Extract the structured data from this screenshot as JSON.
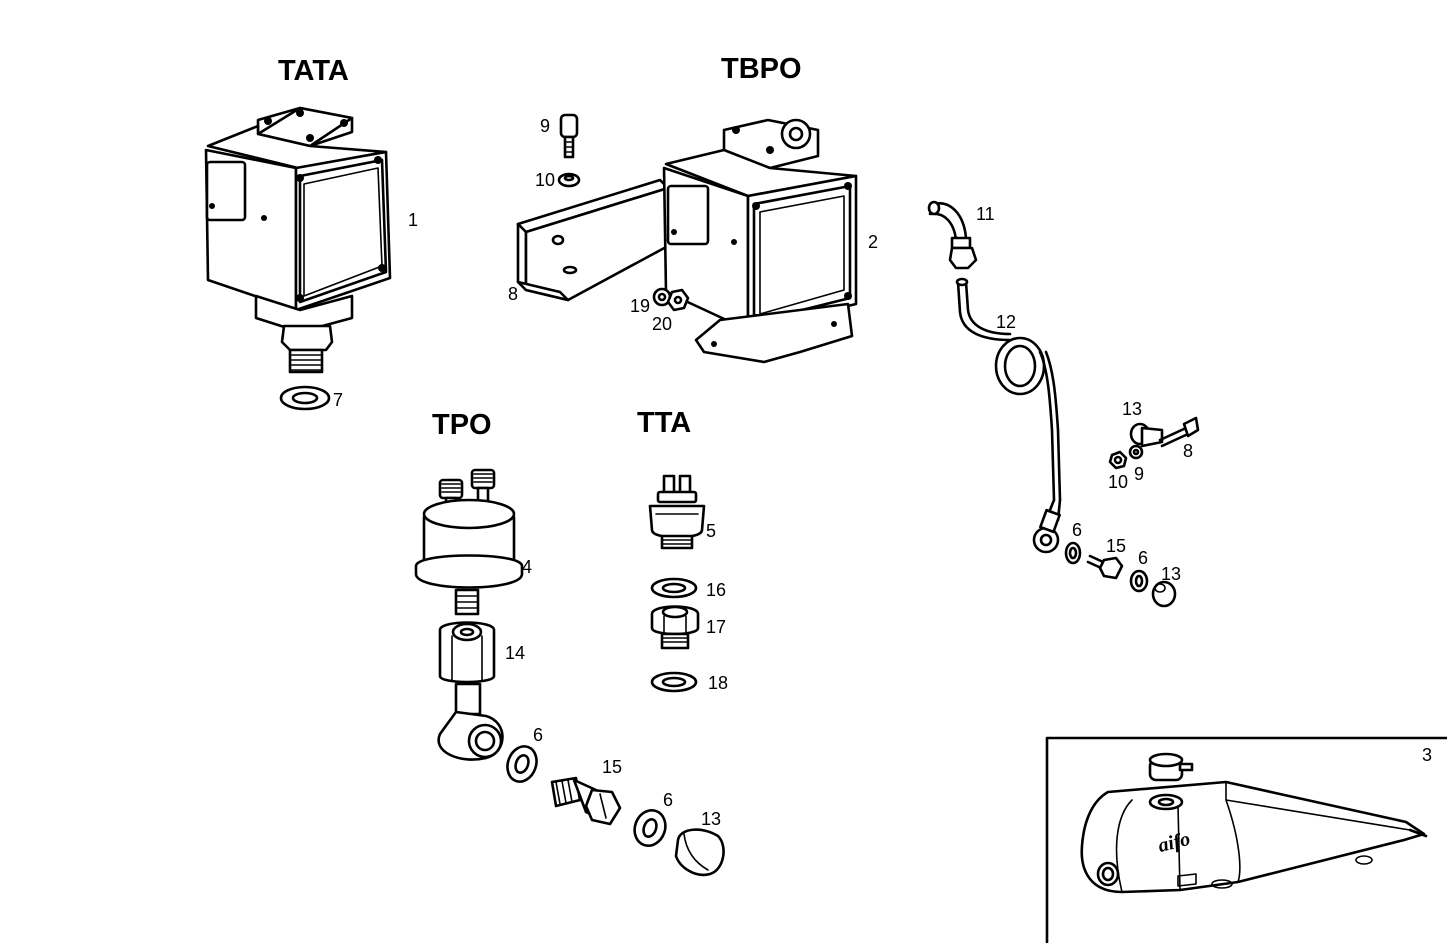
{
  "groups": {
    "tata": "TATA",
    "tbpo": "TBPO",
    "tpo": "TPO",
    "tta": "TTA"
  },
  "labels": {
    "p1": "1",
    "p2": "2",
    "p3": "3",
    "p4": "4",
    "p5": "5",
    "p6a": "6",
    "p6b": "6",
    "p6c": "6",
    "p7": "7",
    "p8a": "8",
    "p8b": "8",
    "p9a": "9",
    "p9b": "9",
    "p10a": "10",
    "p10b": "10",
    "p11": "11",
    "p12": "12",
    "p13a": "13",
    "p13b": "13",
    "p13c": "13",
    "p14": "14",
    "p15a": "15",
    "p15b": "15",
    "p16": "16",
    "p17": "17",
    "p18": "18",
    "p19": "19",
    "p20": "20"
  },
  "tank_logo": "aifo"
}
